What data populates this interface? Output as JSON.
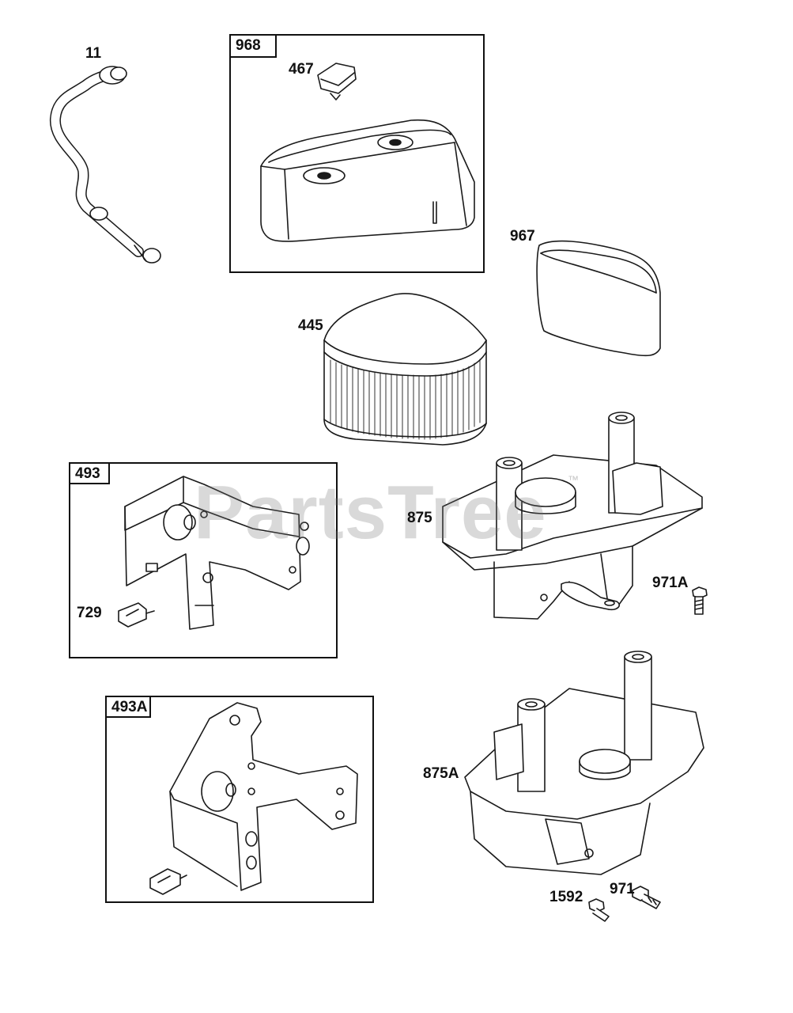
{
  "watermark": {
    "text": "PartsTree",
    "tm": "™"
  },
  "callouts": {
    "p11": "11",
    "p467": "467",
    "p967": "967",
    "p445": "445",
    "p875": "875",
    "p971A": "971A",
    "p729": "729",
    "p875A": "875A",
    "p1592": "1592",
    "p971": "971"
  },
  "kits": {
    "k968": "968",
    "k493": "493",
    "k493A": "493A"
  }
}
